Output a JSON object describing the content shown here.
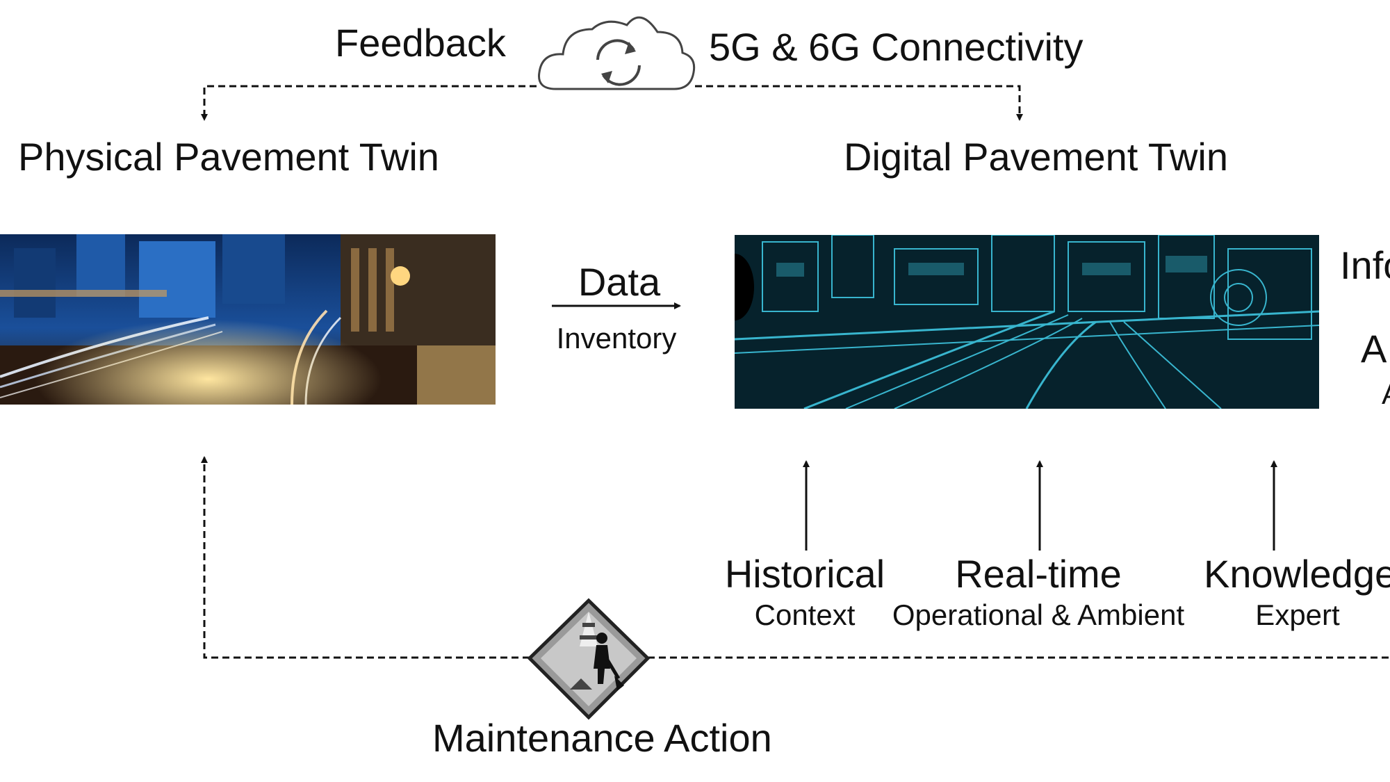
{
  "cloud": {
    "label_left": "Feedback",
    "label_right": "5G & 6G Connectivity",
    "icon": "cloud-sync-icon"
  },
  "physical": {
    "title": "Physical Pavement Twin",
    "image": "night-city-traffic-photo"
  },
  "digital": {
    "title": "Digital Pavement Twin",
    "image": "blue-wireframe-city-render"
  },
  "data_flow": {
    "top": "Data",
    "bottom": "Inventory"
  },
  "right_cut": {
    "line1": "Info",
    "line2": "A",
    "line3": "A"
  },
  "sources": [
    {
      "title": "Historical",
      "sub": "Context"
    },
    {
      "title": "Real-time",
      "sub": "Operational & Ambient"
    },
    {
      "title": "Knowledge",
      "sub": "Expert"
    }
  ],
  "maintenance": {
    "label": "Maintenance Action",
    "icon": "road-worker-warning-icon"
  },
  "colors": {
    "line": "#111111",
    "digital_cyan": "#3ec6e0",
    "digital_dark": "#06222c",
    "street_light": "#ffd680",
    "sky_blue": "#1a4f9a"
  }
}
